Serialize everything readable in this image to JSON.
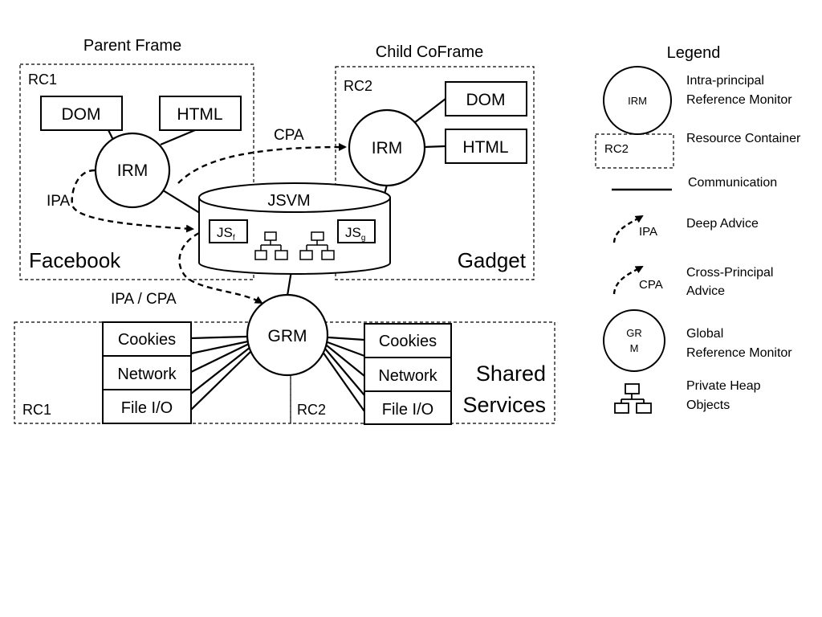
{
  "parent_frame": {
    "title": "Parent Frame",
    "container": "RC1",
    "principal": "Facebook",
    "dom": "DOM",
    "html": "HTML",
    "irm": "IRM",
    "ipa_label": "IPA"
  },
  "child_frame": {
    "title": "Child CoFrame",
    "container": "RC2",
    "principal": "Gadget",
    "dom": "DOM",
    "html": "HTML",
    "irm": "IRM"
  },
  "cpa_label": "CPA",
  "ipa_cpa_label": "IPA / CPA",
  "jsvm": {
    "label": "JSVM",
    "js_f": "JS",
    "js_f_sub": "f",
    "js_g": "JS",
    "js_g_sub": "g"
  },
  "grm": "GRM",
  "shared_services": {
    "title_line1": "Shared",
    "title_line2": "Services",
    "rc1": {
      "label": "RC1",
      "services": [
        "Cookies",
        "Network",
        "File I/O"
      ]
    },
    "rc2": {
      "label": "RC2",
      "services": [
        "Cookies",
        "Network",
        "File I/O"
      ]
    }
  },
  "legend": {
    "title": "Legend",
    "items": [
      {
        "symbol": "IRM",
        "line1": "Intra-principal",
        "line2": "Reference Monitor"
      },
      {
        "symbol": "RC2",
        "line1": "Resource Container",
        "line2": ""
      },
      {
        "symbol": "",
        "line1": "Communication",
        "line2": ""
      },
      {
        "symbol": "IPA",
        "line1": "Deep Advice",
        "line2": ""
      },
      {
        "symbol": "CPA",
        "line1": "Cross-Principal",
        "line2": "Advice"
      },
      {
        "symbol_line1": "GR",
        "symbol_line2": "M",
        "line1": "Global",
        "line2": "Reference Monitor"
      },
      {
        "symbol": "",
        "line1": "Private Heap",
        "line2": "Objects"
      }
    ]
  }
}
